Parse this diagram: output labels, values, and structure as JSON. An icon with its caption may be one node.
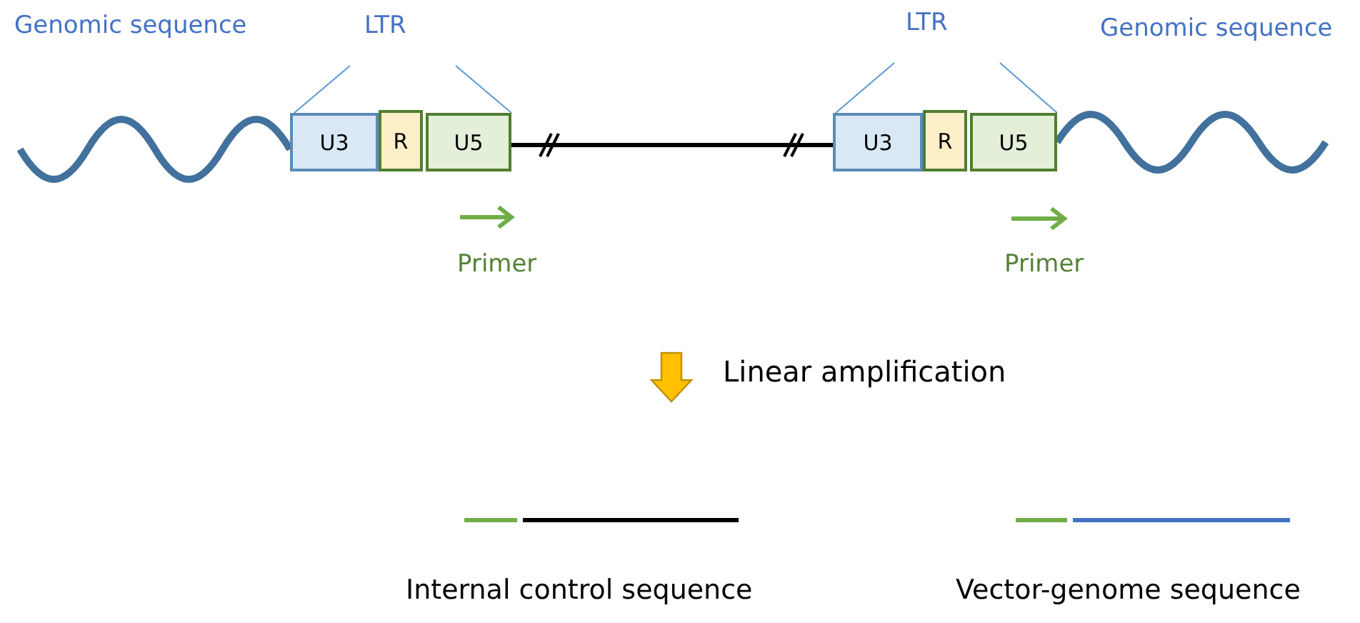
{
  "diagram": {
    "nodes": [
      {
        "text": [
          "U3"
        ]
      },
      {
        "text": [
          "R"
        ]
      },
      {
        "text": [
          "U5"
        ]
      },
      {
        "text": [
          "U3"
        ]
      },
      {
        "text": [
          "R"
        ]
      },
      {
        "text": [
          "U5"
        ]
      }
    ],
    "edges": [
      {
        "from": null,
        "to": 0,
        "arrow": "none"
      },
      {
        "from": 2,
        "to": 3,
        "arrow": "none",
        "color": "#000000"
      },
      {
        "from": 5,
        "to": null,
        "arrow": "none"
      }
    ],
    "labels": [
      "Genomic sequence",
      "LTR",
      "LTR",
      "Genomic sequence",
      "Primer",
      "Primer",
      "Linear amplification",
      "Internal control sequence",
      "Vector-genome sequence"
    ]
  }
}
